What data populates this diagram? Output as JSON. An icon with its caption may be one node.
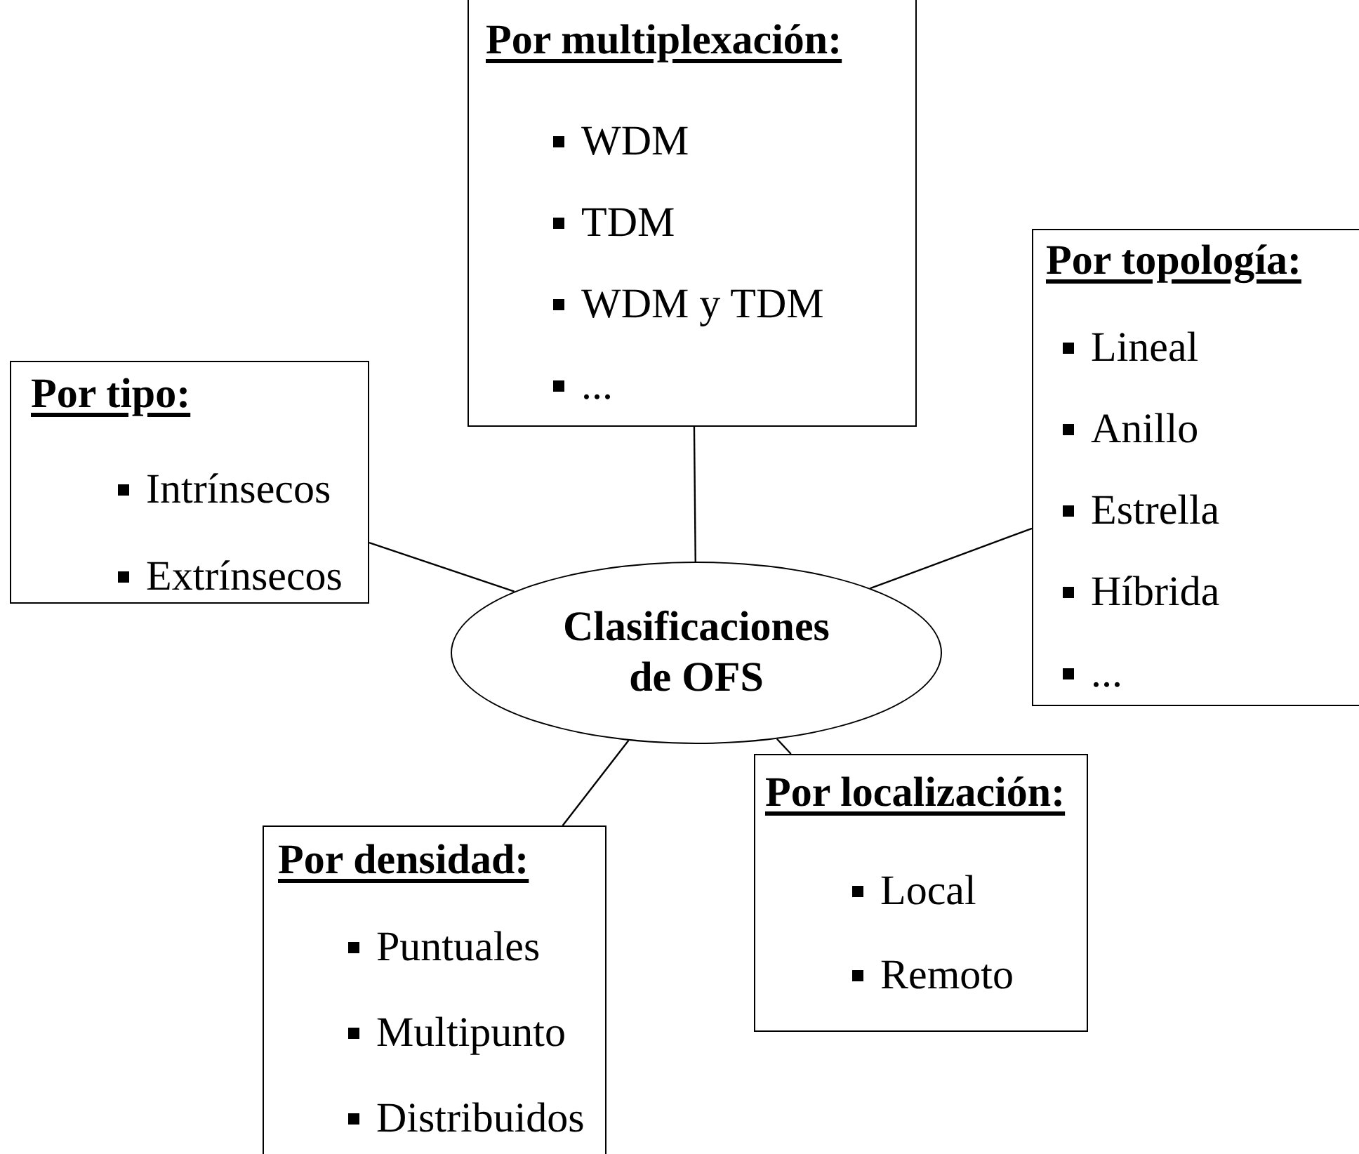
{
  "diagram": {
    "nodes": [
      {
        "text": [
          "Por multiplexación:",
          "WDM",
          "TDM",
          "WDM y TDM",
          "..."
        ]
      },
      {
        "text": [
          "Por topología:",
          "Lineal",
          "Anillo",
          "Estrella",
          "Híbrida",
          "..."
        ]
      },
      {
        "text": [
          "Por tipo:",
          "Intrínsecos",
          "Extrínsecos"
        ]
      },
      {
        "text": [
          "Clasificaciones de OFS"
        ]
      },
      {
        "text": [
          "Por densidad:",
          "Puntuales",
          "Multipunto",
          "Distribuidos"
        ]
      },
      {
        "text": [
          "Por localización:",
          "Local",
          "Remoto"
        ]
      }
    ],
    "edges": [
      {
        "from": 3,
        "to": 0,
        "arrow": "none"
      },
      {
        "from": 3,
        "to": 2,
        "arrow": "none"
      },
      {
        "from": 3,
        "to": 1,
        "arrow": "none"
      },
      {
        "from": 3,
        "to": 4,
        "arrow": "none"
      },
      {
        "from": 3,
        "to": 5,
        "arrow": "none"
      }
    ]
  }
}
